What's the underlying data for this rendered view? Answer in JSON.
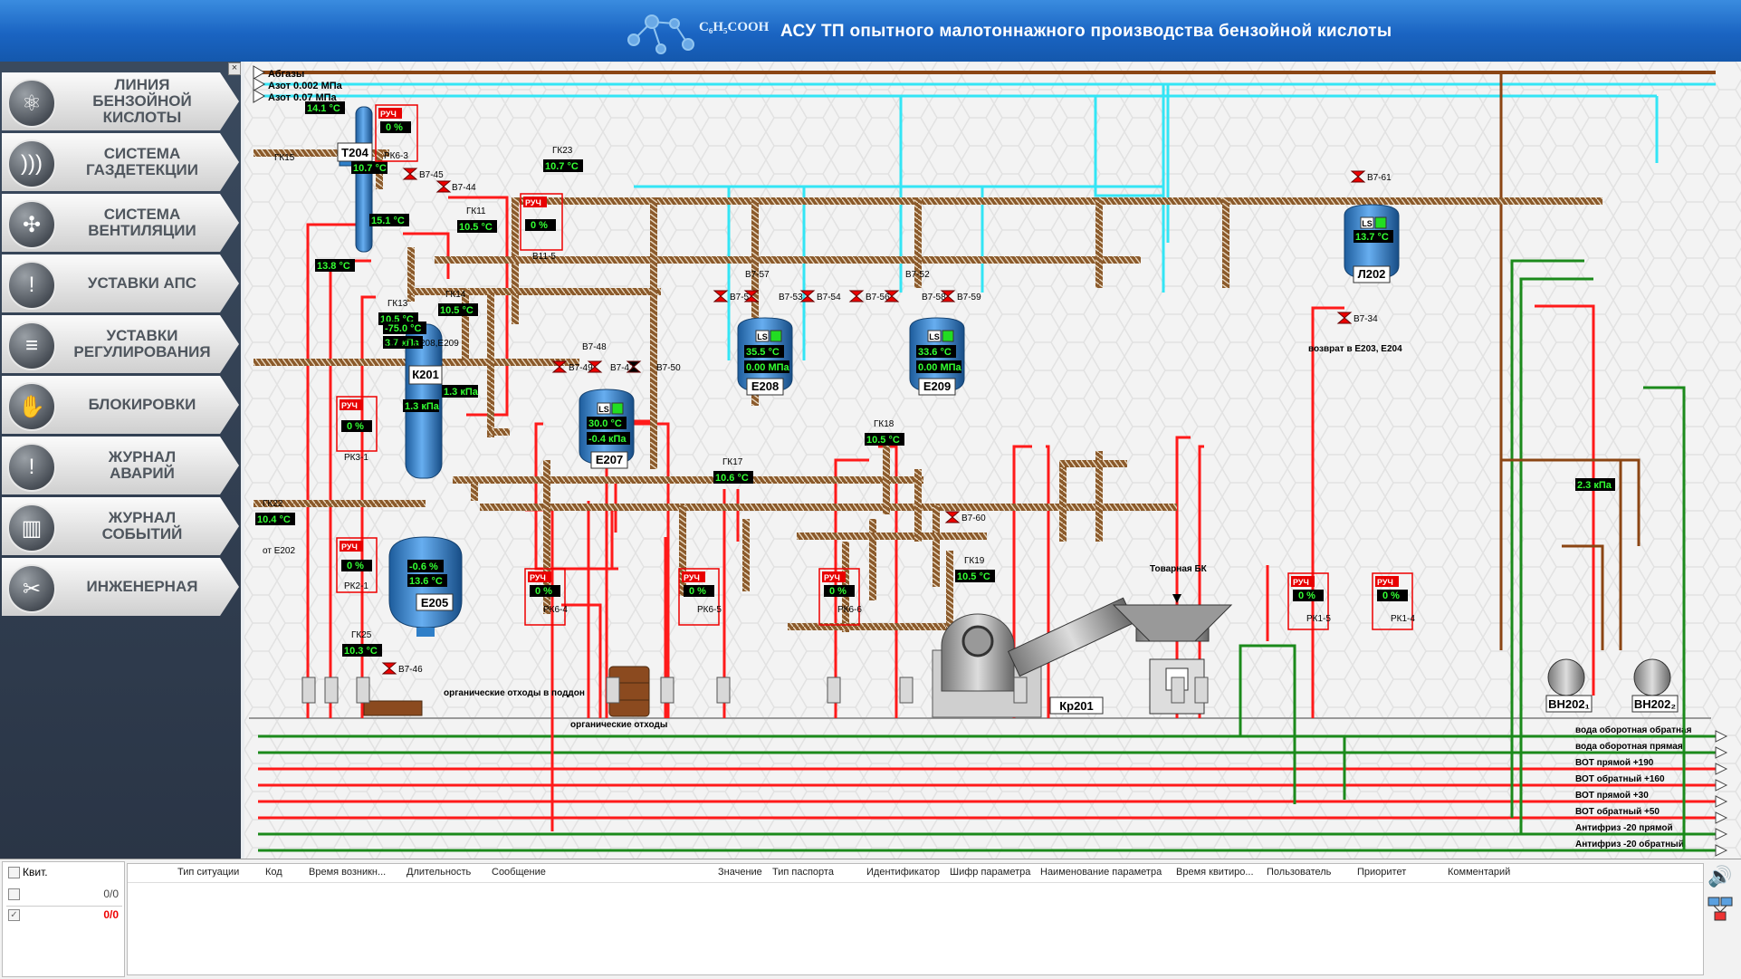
{
  "header": {
    "title": "АСУ ТП опытного малотоннажного производства бензойной кислоты",
    "logo_formula": "C₆H₅COOH"
  },
  "nav": [
    {
      "label": "ЛИНИЯ\nБЕНЗОЙНОЙ\nКИСЛОТЫ",
      "icon": "atom-icon"
    },
    {
      "label": "СИСТЕМА\nГАЗДЕТЕКЦИИ",
      "icon": "signal-icon"
    },
    {
      "label": "СИСТЕМА\nВЕНТИЛЯЦИИ",
      "icon": "fan-icon"
    },
    {
      "label": "УСТАВКИ АПС",
      "icon": "alarm-settings-icon"
    },
    {
      "label": "УСТАВКИ\nРЕГУЛИРОВАНИЯ",
      "icon": "sliders-icon"
    },
    {
      "label": "БЛОКИРОВКИ",
      "icon": "hand-stop-icon"
    },
    {
      "label": "ЖУРНАЛ\nАВАРИЙ",
      "icon": "alarm-journal-icon"
    },
    {
      "label": "ЖУРНАЛ\nСОБЫТИЙ",
      "icon": "event-journal-icon"
    },
    {
      "label": "ИНЖЕНЕРНАЯ",
      "icon": "tools-icon"
    }
  ],
  "mimic": {
    "gas_lines": [
      "Абгазы",
      "Азот 0.002 МПа",
      "Азот 0.07 МПа"
    ],
    "readouts": [
      {
        "id": "gk15",
        "tag": "ГК15",
        "value": "10.7 °C"
      },
      {
        "id": "t-top",
        "tag": "",
        "value": "14.1 °C"
      },
      {
        "id": "t204-a",
        "tag": "",
        "value": "15.1 °C"
      },
      {
        "id": "t204-b",
        "tag": "",
        "value": "13.8 °C"
      },
      {
        "id": "gk23",
        "tag": "ГК23",
        "value": "10.7 °C"
      },
      {
        "id": "gk11",
        "tag": "ГК11",
        "value": "10.5 °C"
      },
      {
        "id": "gk14",
        "tag": "ГК14",
        "value": "10.5 °C"
      },
      {
        "id": "gk13",
        "tag": "ГК13",
        "value": "10.5 °C"
      },
      {
        "id": "k201-t",
        "tag": "",
        "value": "-75.0 °C"
      },
      {
        "id": "k201-p",
        "tag": "",
        "value": "3.7 кПа"
      },
      {
        "id": "k201-p2",
        "tag": "",
        "value": "1.3 кПа"
      },
      {
        "id": "k201-p3",
        "tag": "",
        "value": "1.3 кПа"
      },
      {
        "id": "gk22",
        "tag": "ГК22",
        "value": "10.4 °C"
      },
      {
        "id": "e205-a",
        "tag": "",
        "value": "-0.6 %"
      },
      {
        "id": "e205-b",
        "tag": "",
        "value": "13.6 °C"
      },
      {
        "id": "gk25",
        "tag": "ГК25",
        "value": "10.3 °C"
      },
      {
        "id": "e207-t",
        "tag": "",
        "value": "30.0 °C"
      },
      {
        "id": "e207-p",
        "tag": "",
        "value": "-0.4 кПа"
      },
      {
        "id": "e208-t",
        "tag": "",
        "value": "35.5 °C"
      },
      {
        "id": "e208-p",
        "tag": "",
        "value": "0.00 МПа"
      },
      {
        "id": "e209-t",
        "tag": "",
        "value": "33.6 °C"
      },
      {
        "id": "e209-p",
        "tag": "",
        "value": "0.00 МПа"
      },
      {
        "id": "gk17",
        "tag": "ГК17",
        "value": "10.6 °C"
      },
      {
        "id": "gk18",
        "tag": "ГК18",
        "value": "10.5 °C"
      },
      {
        "id": "gk19",
        "tag": "ГК19",
        "value": "10.5 °C"
      },
      {
        "id": "l202-t",
        "tag": "",
        "value": "13.7 °C"
      },
      {
        "id": "vn-p",
        "tag": "",
        "value": "2.3 кПа"
      }
    ],
    "vessels": [
      "Т204",
      "К201",
      "Е205",
      "Е207",
      "Е208",
      "Е209",
      "Л202",
      "Кр201",
      "ВН202₁",
      "ВН202₂"
    ],
    "regulators": [
      {
        "tag": "РК6-3",
        "mode": "РУЧ",
        "out": "0 %"
      },
      {
        "tag": "В11-5",
        "mode": "РУЧ",
        "out": "0 %"
      },
      {
        "tag": "РК3-1",
        "mode": "РУЧ",
        "out": "0 %"
      },
      {
        "tag": "РК2-1",
        "mode": "РУЧ",
        "out": "0 %"
      },
      {
        "tag": "РК6-4",
        "mode": "РУЧ",
        "out": "0 %"
      },
      {
        "tag": "РК6-5",
        "mode": "РУЧ",
        "out": "0 %"
      },
      {
        "tag": "РК6-6",
        "mode": "РУЧ",
        "out": "0 %"
      },
      {
        "tag": "РК1-5",
        "mode": "РУЧ",
        "out": "0 %"
      },
      {
        "tag": "РК1-4",
        "mode": "РУЧ",
        "out": "0 %"
      }
    ],
    "valves": [
      "В7-45",
      "В7-44",
      "В7-46",
      "В7-48",
      "В7-49",
      "В7-47",
      "В7-50",
      "В7-52",
      "В7-51",
      "В7-53",
      "В7-54",
      "В7-57",
      "В7-56",
      "В7-58",
      "В7-59",
      "В7-60",
      "В7-61",
      "В7-34"
    ],
    "notes": [
      "к Е207,Е208,Е209",
      "от Е202",
      "органические отходы в поддон",
      "органические отходы",
      "Товарная БК",
      "возврат в Е203, Е204"
    ],
    "utility_lines": [
      "вода оборотная обратная",
      "вода оборотная прямая",
      "ВОТ прямой +190",
      "ВОТ обратный +160",
      "ВОТ прямой +30",
      "ВОТ обратный +50",
      "Антифриз -20 прямой",
      "Антифриз -20 обратный"
    ],
    "level_indicator": "LS",
    "colors": {
      "hot": "#ff1a1a",
      "water": "#1b8a1b",
      "nitrogen": "#33e5f5",
      "offgas": "#8b4513",
      "vessel": "#2f7fc8",
      "readout_bg": "#000000",
      "readout_fg": "#33ff33",
      "manual_bg": "#e80000"
    }
  },
  "bottom": {
    "kvit_label": "Квит.",
    "kvit_counts": [
      "0/0",
      "0/0"
    ],
    "columns": [
      "Тип ситуации",
      "Код",
      "Время возникн...",
      "Длительность",
      "Сообщение",
      "Значение",
      "Тип паспорта",
      "Идентификатор",
      "Шифр параметра",
      "Наименование параметра",
      "Время квитиро...",
      "Пользователь",
      "Приоритет",
      "Комментарий"
    ]
  }
}
